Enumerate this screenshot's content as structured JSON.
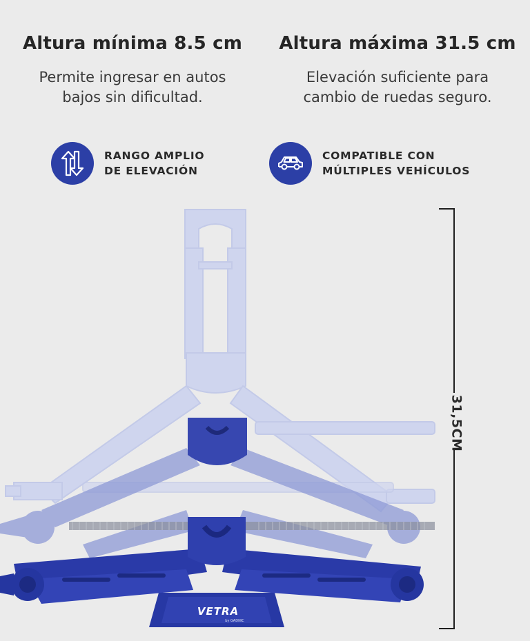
{
  "left": {
    "title": "Altura mínima 8.5 cm",
    "description_line1": "Permite ingresar en autos",
    "description_line2": "bajos sin dificultad."
  },
  "right": {
    "title": "Altura máxima 31.5 cm",
    "description_line1": "Elevación suficiente para",
    "description_line2": "cambio de ruedas seguro."
  },
  "features": [
    {
      "icon": "up-down-arrows-icon",
      "line1": "RANGO AMPLIO",
      "line2": "DE ELEVACIÓN"
    },
    {
      "icon": "car-icon",
      "line1": "COMPATIBLE CON",
      "line2": "MÚLTIPLES VEHÍCULOS"
    }
  ],
  "dimension": {
    "label": "31,5CM"
  },
  "product": {
    "brand": "VETRA",
    "sub_brand": "by GADNIC"
  },
  "colors": {
    "accent": "#2c3fa6",
    "jack_blue": "#2a3aa8",
    "ghost_blue": "#c9d0ec",
    "background": "#ebebeb"
  }
}
